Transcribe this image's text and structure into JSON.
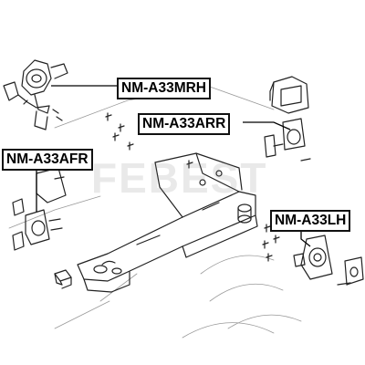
{
  "labels": {
    "mrh": "NM-A33MRH",
    "arr": "NM-A33ARR",
    "afr": "NM-A33AFR",
    "lh": "NM-A33LH"
  },
  "watermark": "FEBEST",
  "colors": {
    "line": "#111111",
    "background": "#ffffff",
    "label_border": "#111111"
  }
}
